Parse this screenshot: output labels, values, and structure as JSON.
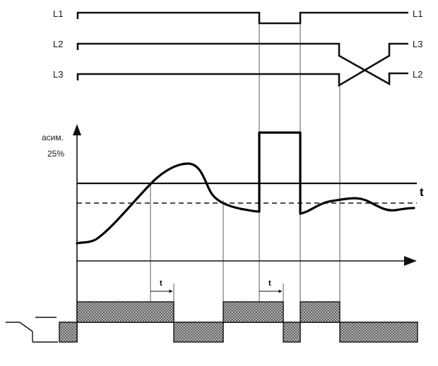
{
  "phases": {
    "top_left": [
      "L1",
      "L2",
      "L3"
    ],
    "top_right": [
      "L1",
      "L3",
      "L2"
    ]
  },
  "axis": {
    "y_label_line1": "асим.",
    "y_label_line2": "25%",
    "time_label": "t"
  },
  "delay_label": "t",
  "colors": {
    "line": "#111111",
    "hatch_bg": "#b0b0b0",
    "hatch_fg": "#3a3a3a",
    "background": "#ffffff"
  }
}
